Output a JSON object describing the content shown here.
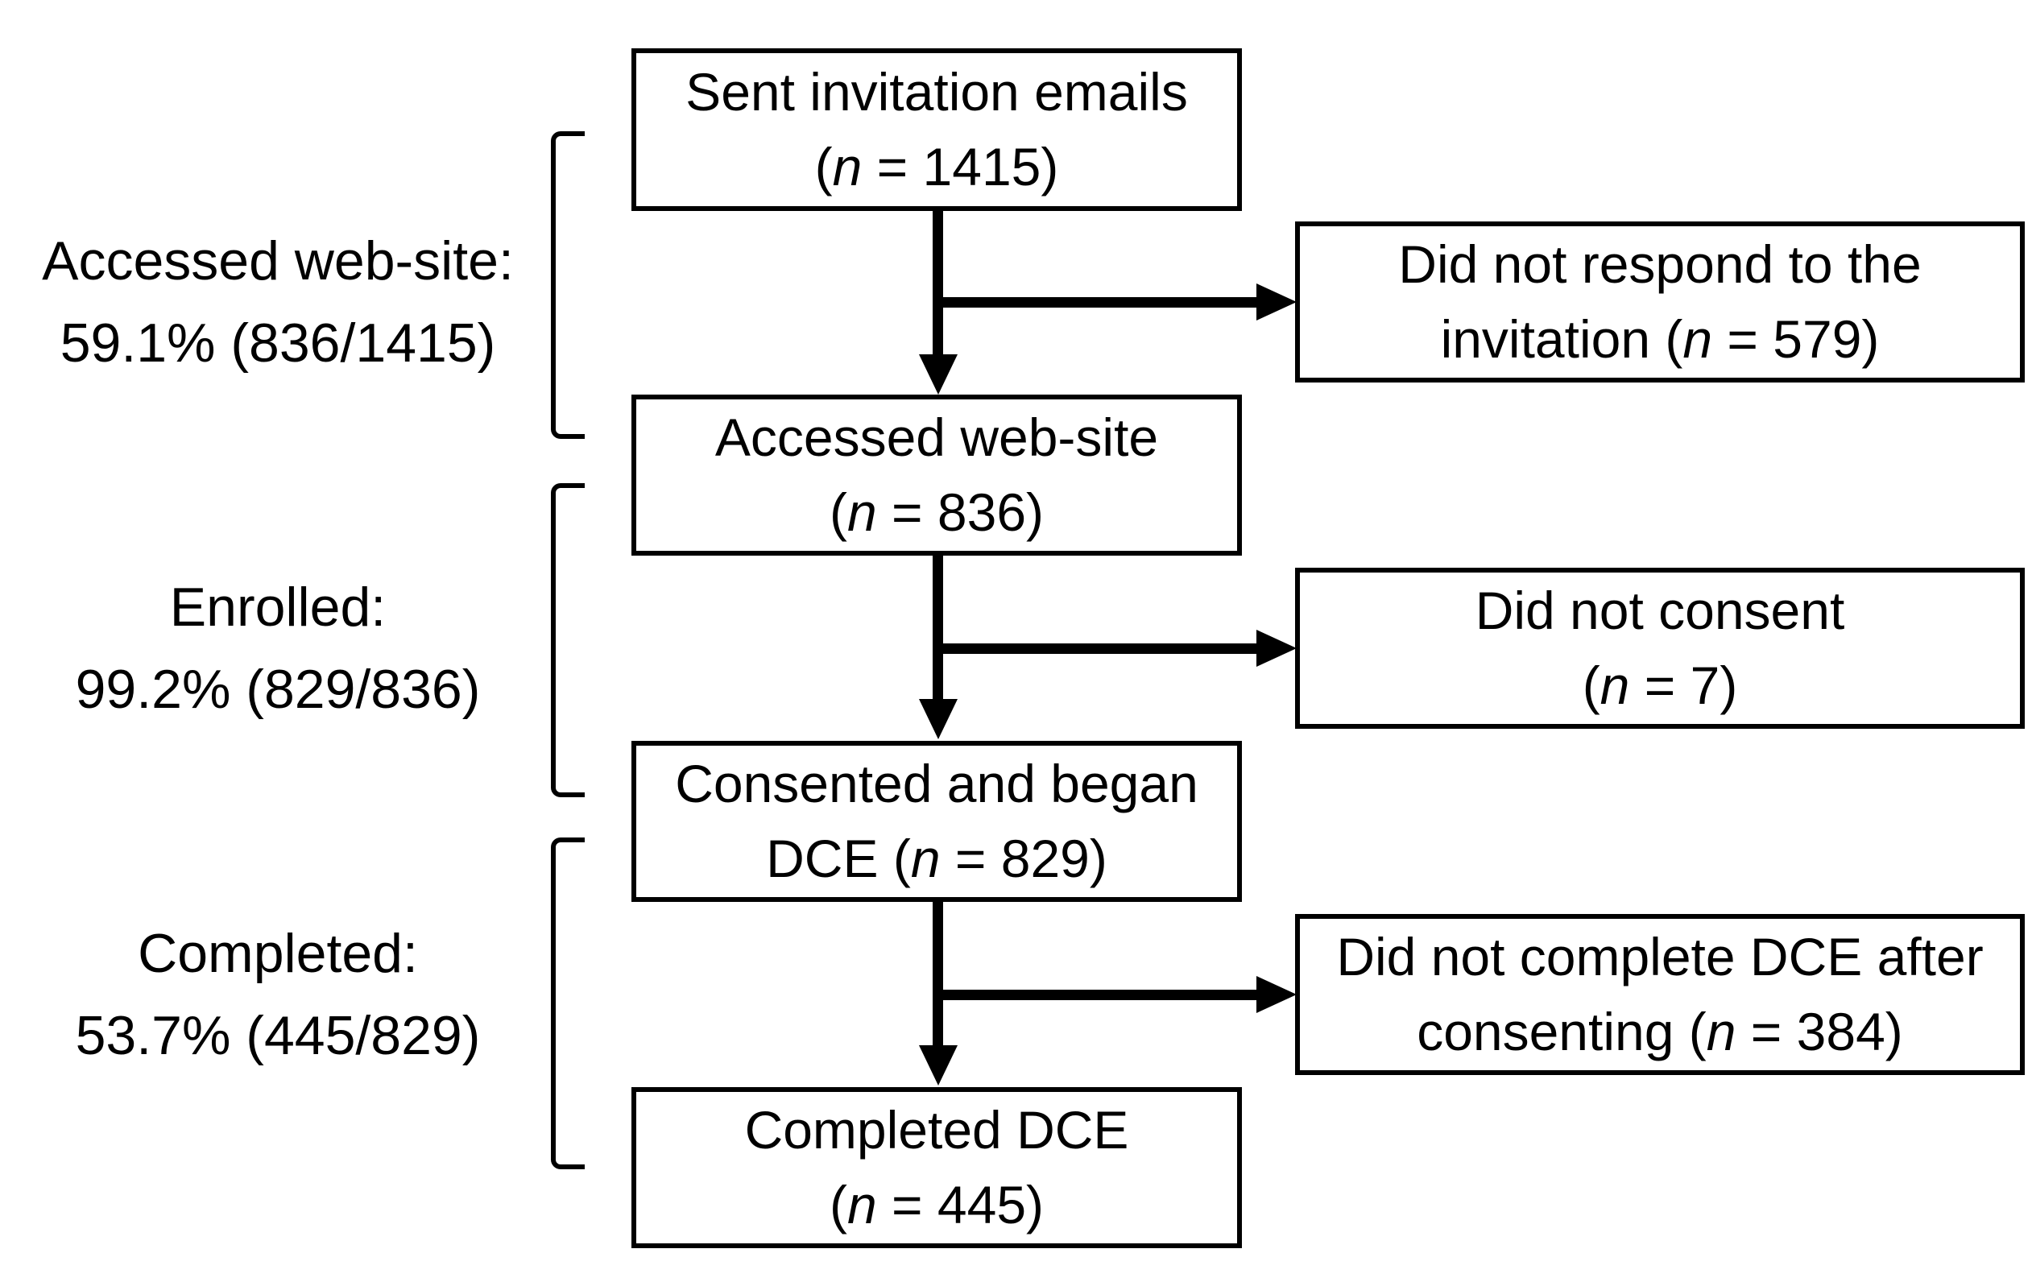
{
  "figure": {
    "background": "#ffffff",
    "line_color": "#000000",
    "text_color": "#000000"
  },
  "main_boxes": {
    "sent": {
      "lines": [
        [
          {
            "t": "Sent invitation emails"
          }
        ],
        [
          {
            "t": "("
          },
          {
            "t": "n",
            "i": true
          },
          {
            "t": " = 1415)"
          }
        ]
      ]
    },
    "accessed": {
      "lines": [
        [
          {
            "t": "Accessed web-site"
          }
        ],
        [
          {
            "t": "("
          },
          {
            "t": "n",
            "i": true
          },
          {
            "t": " = 836)"
          }
        ]
      ]
    },
    "consented": {
      "lines": [
        [
          {
            "t": "Consented and began"
          }
        ],
        [
          {
            "t": "DCE ("
          },
          {
            "t": "n",
            "i": true
          },
          {
            "t": " = 829)"
          }
        ]
      ]
    },
    "completed": {
      "lines": [
        [
          {
            "t": "Completed DCE"
          }
        ],
        [
          {
            "t": "("
          },
          {
            "t": "n",
            "i": true
          },
          {
            "t": " = 445)"
          }
        ]
      ]
    }
  },
  "exclusion_boxes": {
    "no_response": {
      "lines": [
        [
          {
            "t": "Did not respond to the"
          }
        ],
        [
          {
            "t": "invitation ("
          },
          {
            "t": "n",
            "i": true
          },
          {
            "t": " = 579)"
          }
        ]
      ]
    },
    "no_consent": {
      "lines": [
        [
          {
            "t": "Did not consent"
          }
        ],
        [
          {
            "t": "("
          },
          {
            "t": "n",
            "i": true
          },
          {
            "t": " = 7)"
          }
        ]
      ]
    },
    "no_complete": {
      "lines": [
        [
          {
            "t": "Did not complete DCE after"
          }
        ],
        [
          {
            "t": "consenting ("
          },
          {
            "t": "n",
            "i": true
          },
          {
            "t": " = 384)"
          }
        ]
      ]
    }
  },
  "annotations": {
    "accessed_rate": {
      "lines": [
        [
          {
            "t": "Accessed web-site:"
          }
        ],
        [
          {
            "t": "59.1% (836/1415)"
          }
        ]
      ]
    },
    "enrolled_rate": {
      "lines": [
        [
          {
            "t": "Enrolled:"
          }
        ],
        [
          {
            "t": "99.2% (829/836)"
          }
        ]
      ]
    },
    "completed_rate": {
      "lines": [
        [
          {
            "t": "Completed:"
          }
        ],
        [
          {
            "t": "53.7% (445/829)"
          }
        ]
      ]
    }
  }
}
